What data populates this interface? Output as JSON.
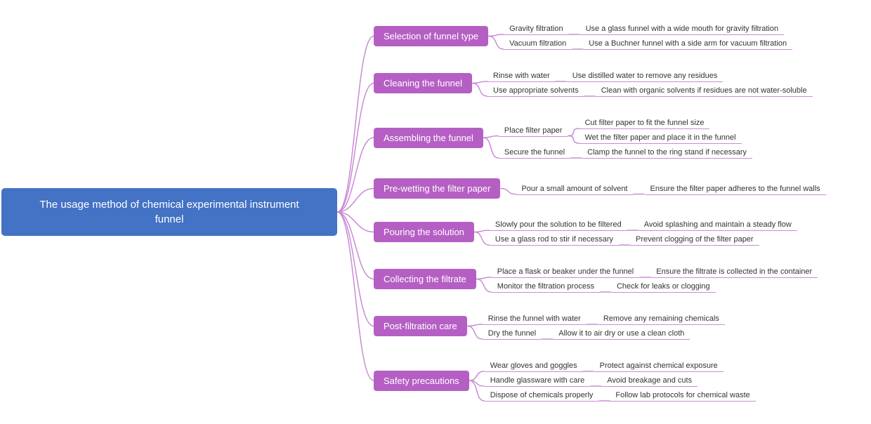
{
  "colors": {
    "root_bg": "#4472C4",
    "branch_bg": "#B55FC4",
    "line": "#C98BD4",
    "leaf_text": "#333333"
  },
  "root": {
    "label": "The usage method of chemical experimental instrument funnel"
  },
  "branches": [
    {
      "label": "Selection of funnel type",
      "children": [
        {
          "label": "Gravity filtration",
          "children": [
            {
              "label": "Use a glass funnel with a wide mouth for gravity filtration"
            }
          ]
        },
        {
          "label": "Vacuum filtration",
          "children": [
            {
              "label": "Use a Buchner funnel with a side arm for vacuum filtration"
            }
          ]
        }
      ]
    },
    {
      "label": "Cleaning the funnel",
      "children": [
        {
          "label": "Rinse with water",
          "children": [
            {
              "label": "Use distilled water to remove any residues"
            }
          ]
        },
        {
          "label": "Use appropriate solvents",
          "children": [
            {
              "label": "Clean with organic solvents if residues are not water-soluble"
            }
          ]
        }
      ]
    },
    {
      "label": "Assembling the funnel",
      "children": [
        {
          "label": "Place filter paper",
          "children": [
            {
              "label": "Cut filter paper to fit the funnel size"
            },
            {
              "label": "Wet the filter paper and place it in the funnel"
            }
          ]
        },
        {
          "label": "Secure the funnel",
          "children": [
            {
              "label": "Clamp the funnel to the ring stand if necessary"
            }
          ]
        }
      ]
    },
    {
      "label": "Pre-wetting the filter paper",
      "children": [
        {
          "label": "Pour a small amount of solvent",
          "children": [
            {
              "label": "Ensure the filter paper adheres to the funnel walls"
            }
          ]
        }
      ]
    },
    {
      "label": "Pouring the solution",
      "children": [
        {
          "label": "Slowly pour the solution to be filtered",
          "children": [
            {
              "label": "Avoid splashing and maintain a steady flow"
            }
          ]
        },
        {
          "label": "Use a glass rod to stir if necessary",
          "children": [
            {
              "label": "Prevent clogging of the filter paper"
            }
          ]
        }
      ]
    },
    {
      "label": "Collecting the filtrate",
      "children": [
        {
          "label": "Place a flask or beaker under the funnel",
          "children": [
            {
              "label": "Ensure the filtrate is collected in the container"
            }
          ]
        },
        {
          "label": "Monitor the filtration process",
          "children": [
            {
              "label": "Check for leaks or clogging"
            }
          ]
        }
      ]
    },
    {
      "label": "Post-filtration care",
      "children": [
        {
          "label": "Rinse the funnel with water",
          "children": [
            {
              "label": "Remove any remaining chemicals"
            }
          ]
        },
        {
          "label": "Dry the funnel",
          "children": [
            {
              "label": "Allow it to air dry or use a clean cloth"
            }
          ]
        }
      ]
    },
    {
      "label": "Safety precautions",
      "children": [
        {
          "label": "Wear gloves and goggles",
          "children": [
            {
              "label": "Protect against chemical exposure"
            }
          ]
        },
        {
          "label": "Handle glassware with care",
          "children": [
            {
              "label": "Avoid breakage and cuts"
            }
          ]
        },
        {
          "label": "Dispose of chemicals properly",
          "children": [
            {
              "label": "Follow lab protocols for chemical waste"
            }
          ]
        }
      ]
    }
  ]
}
